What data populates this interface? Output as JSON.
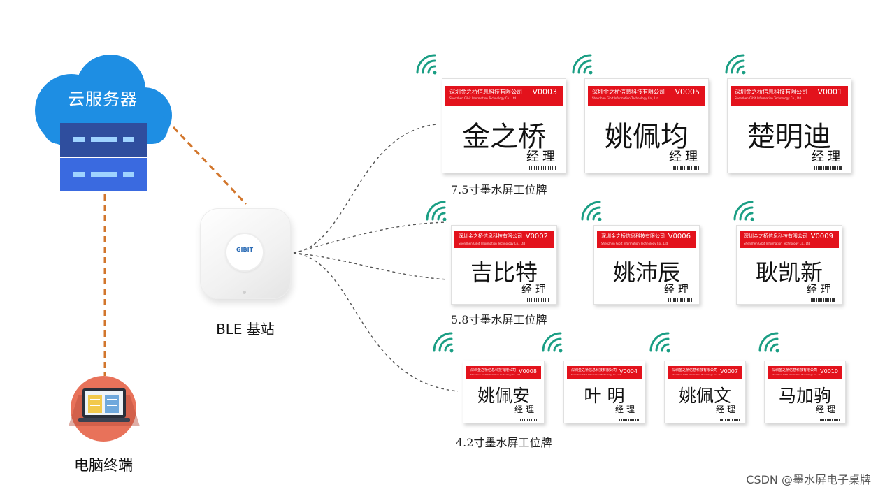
{
  "cloud": {
    "label": "云服务器"
  },
  "ble": {
    "label": "BLE 基站",
    "logo": "GIBIT"
  },
  "computer": {
    "label": "电脑终端"
  },
  "badge_common": {
    "company": "深圳金之桥信息科技有限公司",
    "company_en": "Shenzhen Gibit Information Technology Co., Ltd",
    "title": "经理"
  },
  "rows": [
    {
      "size_label": "7.5寸墨水屏工位牌",
      "badges": [
        {
          "name": "金之桥",
          "code": "V0003"
        },
        {
          "name": "姚佩均",
          "code": "V0005"
        },
        {
          "name": "楚明迪",
          "code": "V0001"
        }
      ]
    },
    {
      "size_label": "5.8寸墨水屏工位牌",
      "badges": [
        {
          "name": "吉比特",
          "code": "V0002"
        },
        {
          "name": "姚沛辰",
          "code": "V0006"
        },
        {
          "name": "耿凯新",
          "code": "V0009"
        }
      ]
    },
    {
      "size_label": "4.2寸墨水屏工位牌",
      "badges": [
        {
          "name": "姚佩安",
          "code": "V0008"
        },
        {
          "name": "叶 明",
          "code": "V0004"
        },
        {
          "name": "姚佩文",
          "code": "V0007"
        },
        {
          "name": "马加驹",
          "code": "V0010"
        }
      ]
    }
  ],
  "colors": {
    "cloud": "#1e8ee3",
    "server_dark": "#2f4e9e",
    "server_light": "#3a6ae0",
    "link": "#d2762c",
    "badge_red": "#e3121c",
    "wifi": "#1a9e84",
    "pc_circle": "#e8725a"
  },
  "watermark": "CSDN @墨水屏电子桌牌"
}
